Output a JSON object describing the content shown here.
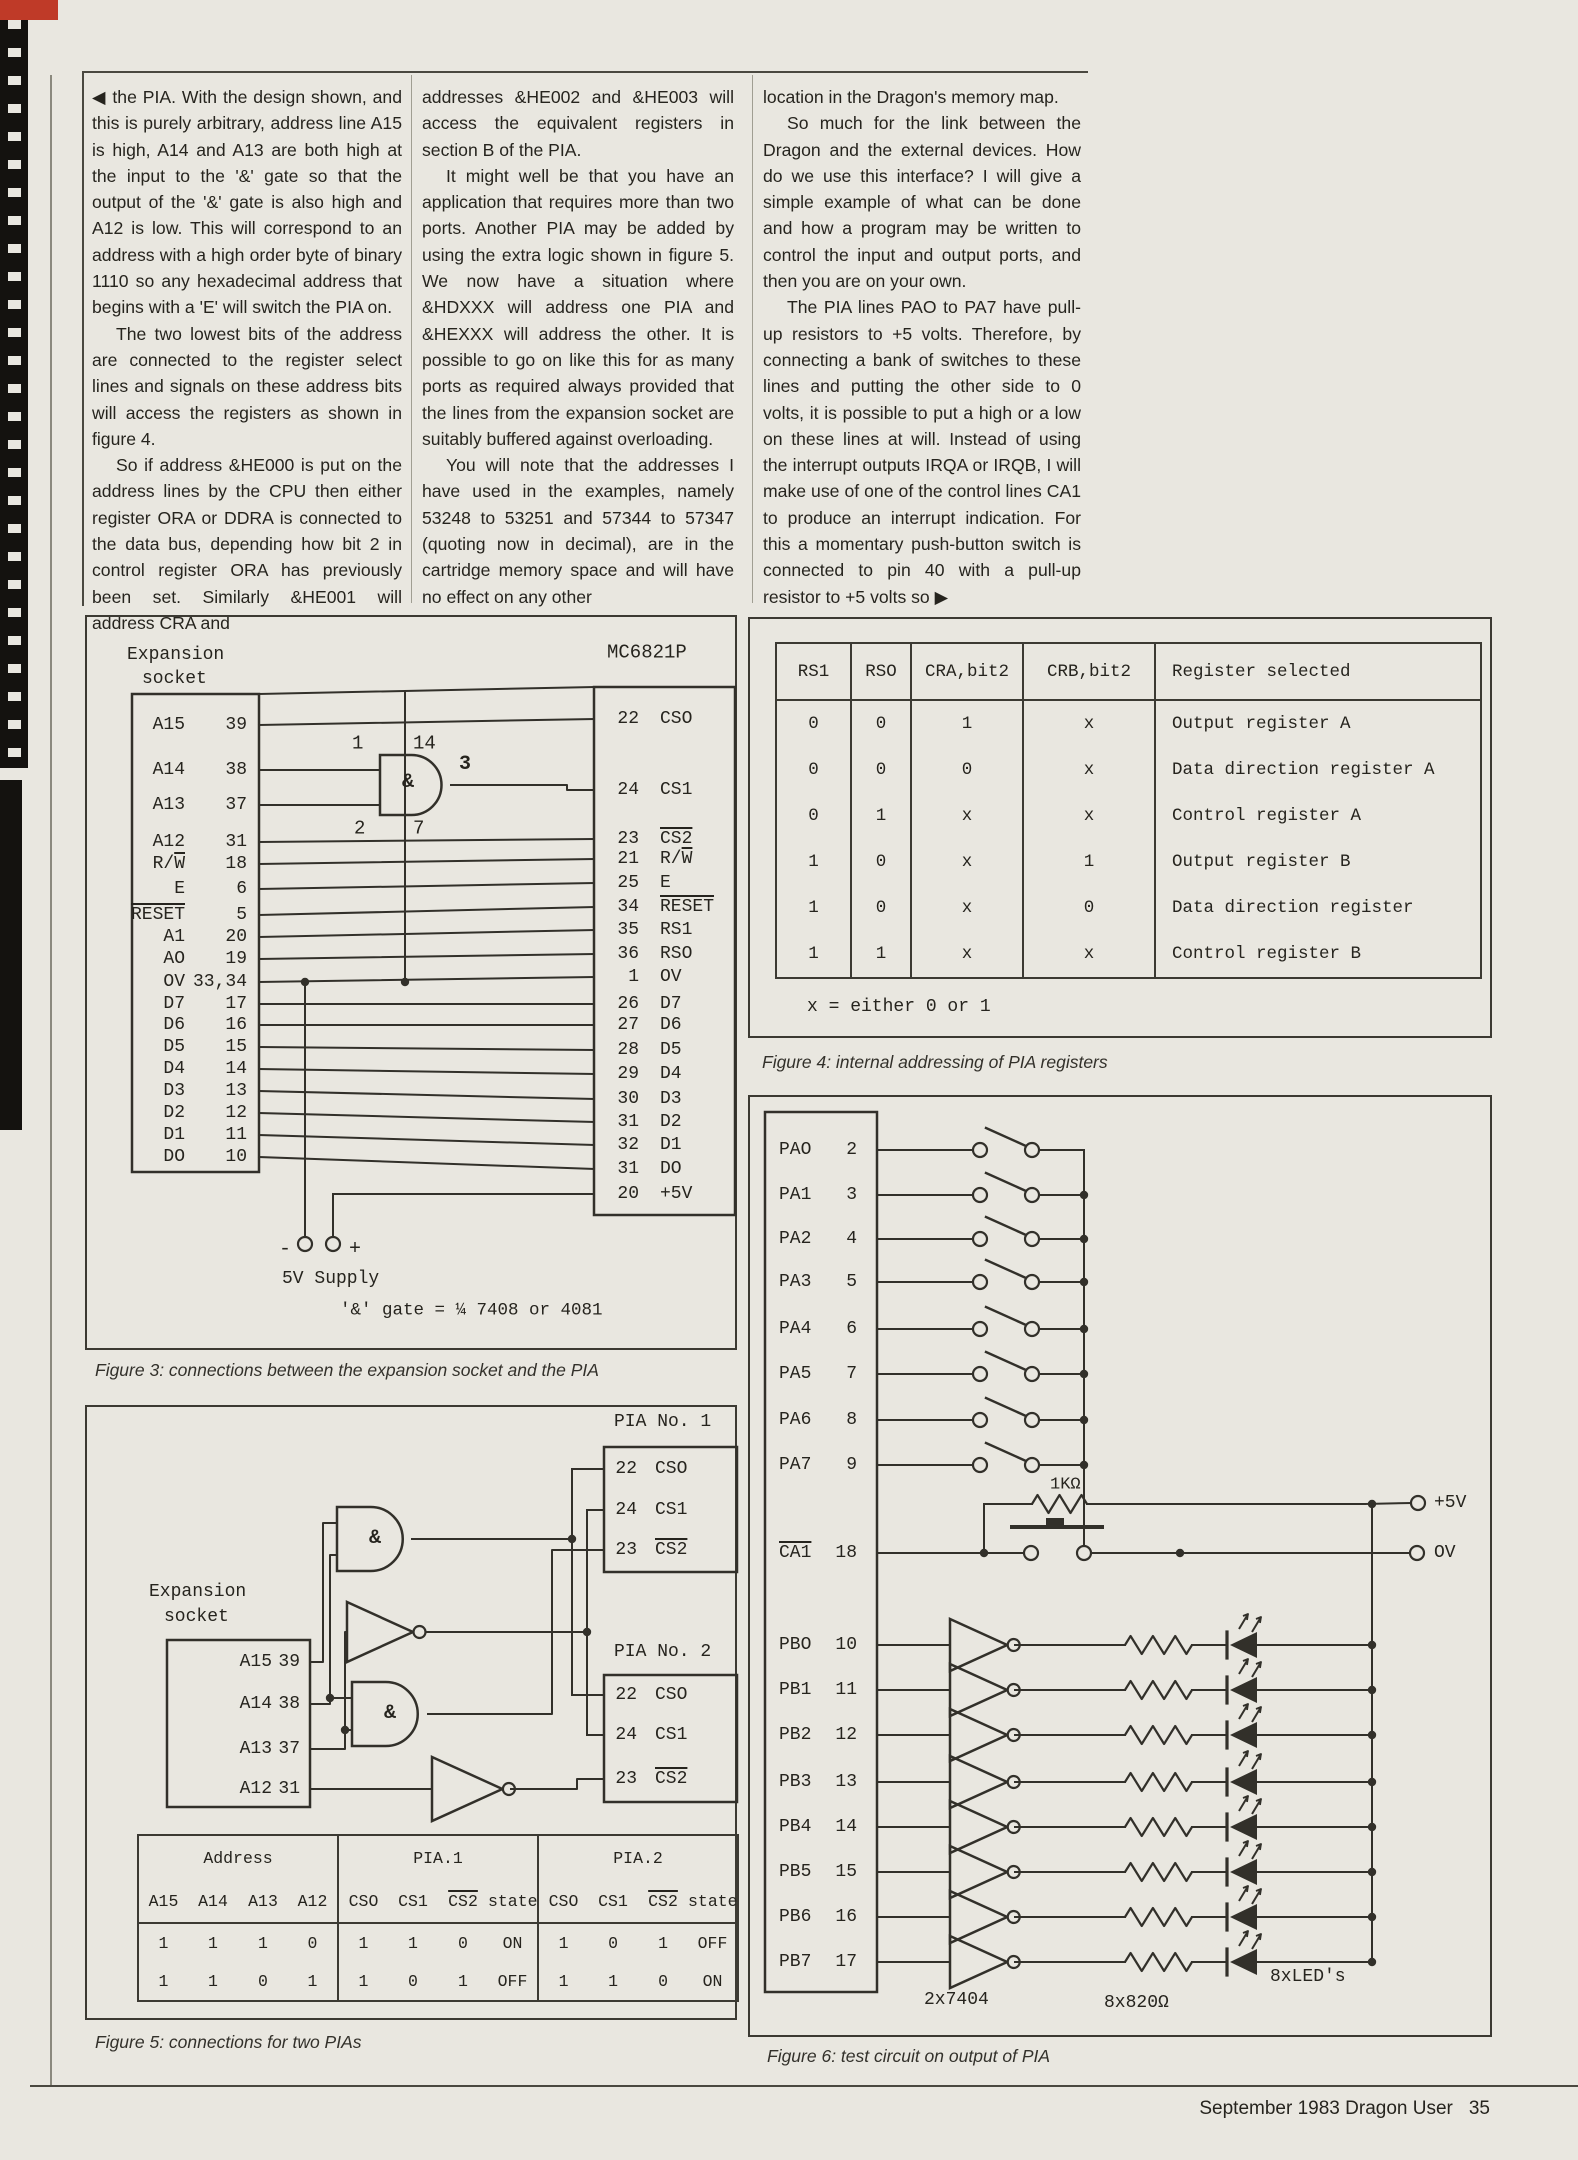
{
  "page": {
    "paper_color": "#e9e7e0",
    "ink_color": "#26241e",
    "accent_red": "#bf3a28",
    "footer_magazine": "September 1983 Dragon User",
    "footer_page": "35"
  },
  "article": {
    "col1": [
      "◀ the PIA. With the design shown, and this is purely arbitrary, address line A15 is high, A14 and A13 are both high at the input to the '&' gate so that the output of the '&' gate is also high and A12 is low. This will correspond to an address with a high order byte of binary 1110 so any hexadecimal address that begins with a 'E' will switch the PIA on.",
      "The two lowest bits of the address are connected to the register select lines and signals on these address bits will access the registers as shown in figure 4.",
      "So if address &HE000 is put on the address lines by the CPU then either register ORA or DDRA is connected to the data bus, depending how bit 2 in control register ORA has previously been set. Similarly &HE001 will address CRA and"
    ],
    "col2": [
      "addresses &HE002 and &HE003 will access the equivalent registers in section B of the PIA.",
      "It might well be that you have an application that requires more than two ports. Another PIA may be added by using the extra logic shown in figure 5. We now have a situation where &HDXXX will address one PIA and &HEXXX will address the other. It is possible to go on like this for as many ports as required always provided that the lines from the expansion socket are suitably buffered against overloading.",
      "You will note that the addresses I have used in the examples, namely 53248 to 53251 and 57344 to 57347 (quoting now in decimal), are in the cartridge memory space and will have no effect on any other"
    ],
    "col3": [
      "location in the Dragon's memory map.",
      "So much for the link between the Dragon and the external devices. How do we use this interface? I will give a simple example of what can be done and how a program may be written to control the input and output ports, and then you are on your own.",
      "The PIA lines PAO to PA7 have pull-up resistors to +5 volts. Therefore, by connecting a bank of switches to these lines and putting the other side to 0 volts, it is possible to put a high or a low on these lines at will. Instead of using the interrupt outputs IRQA or IRQB, I will make use of one of the control lines CA1 to produce an interrupt indication. For this a momentary push-button switch is connected to pin 40 with a pull-up resistor to +5 volts so ▶"
    ]
  },
  "figure3": {
    "socket_title": [
      "Expansion",
      "socket"
    ],
    "chip_title": "MC6821P",
    "socket_pins": [
      {
        "name": "A15",
        "pin": "39"
      },
      {
        "name": "A14",
        "pin": "38"
      },
      {
        "name": "A13",
        "pin": "37"
      },
      {
        "name": "A12",
        "pin": "31"
      },
      {
        "name": "R/W",
        "pin": "18",
        "ov": "W"
      },
      {
        "name": "E",
        "pin": "6"
      },
      {
        "name": "RESET",
        "pin": "5",
        "ov": "RESET"
      },
      {
        "name": "A1",
        "pin": "20"
      },
      {
        "name": "AO",
        "pin": "19"
      },
      {
        "name": "OV",
        "pin": "33,34"
      },
      {
        "name": "D7",
        "pin": "17"
      },
      {
        "name": "D6",
        "pin": "16"
      },
      {
        "name": "D5",
        "pin": "15"
      },
      {
        "name": "D4",
        "pin": "14"
      },
      {
        "name": "D3",
        "pin": "13"
      },
      {
        "name": "D2",
        "pin": "12"
      },
      {
        "name": "D1",
        "pin": "11"
      },
      {
        "name": "DO",
        "pin": "10"
      }
    ],
    "chip_pins": [
      {
        "pin": "22",
        "name": "CSO"
      },
      {
        "pin": "24",
        "name": "CS1"
      },
      {
        "pin": "23",
        "name": "CS2",
        "ov": "CS2"
      },
      {
        "pin": "21",
        "name": "R/W",
        "ov": "W"
      },
      {
        "pin": "25",
        "name": "E"
      },
      {
        "pin": "34",
        "name": "RESET",
        "ov": "RESET"
      },
      {
        "pin": "35",
        "name": "RS1"
      },
      {
        "pin": "36",
        "name": "RSO"
      },
      {
        "pin": "1",
        "name": "OV"
      },
      {
        "pin": "26",
        "name": "D7"
      },
      {
        "pin": "27",
        "name": "D6"
      },
      {
        "pin": "28",
        "name": "D5"
      },
      {
        "pin": "29",
        "name": "D4"
      },
      {
        "pin": "30",
        "name": "D3"
      },
      {
        "pin": "31",
        "name": "D2"
      },
      {
        "pin": "32",
        "name": "D1"
      },
      {
        "pin": "31",
        "name": "DO"
      },
      {
        "pin": "20",
        "name": "+5V"
      }
    ],
    "gate": {
      "symbol": "&",
      "pin_in_top": "1",
      "pin_vcc": "14",
      "pin_in_bot": "2",
      "pin_gnd": "7",
      "pin_out": "3"
    },
    "supply": {
      "minus": "-",
      "plus": "+",
      "label": "5V Supply"
    },
    "gate_note": "'&' gate = ¼ 7408 or 4081",
    "caption": "Figure 3: connections between the expansion socket and the PIA"
  },
  "figure4": {
    "headers": [
      "RS1",
      "RSO",
      "CRA,bit2",
      "CRB,bit2",
      "Register selected"
    ],
    "rows": [
      [
        "0",
        "0",
        "1",
        "x",
        "Output register A"
      ],
      [
        "0",
        "0",
        "0",
        "x",
        "Data direction register A"
      ],
      [
        "0",
        "1",
        "x",
        "x",
        "Control register A"
      ],
      [
        "1",
        "0",
        "x",
        "1",
        "Output register B"
      ],
      [
        "1",
        "0",
        "x",
        "0",
        "Data direction register"
      ],
      [
        "1",
        "1",
        "x",
        "x",
        "Control register B"
      ]
    ],
    "note": "x = either 0 or 1",
    "caption": "Figure 4: internal addressing of PIA registers"
  },
  "figure5": {
    "pia1_title": "PIA No. 1",
    "pia2_title": "PIA No. 2",
    "pia_pins": [
      {
        "pin": "22",
        "name": "CSO"
      },
      {
        "pin": "24",
        "name": "CS1"
      },
      {
        "pin": "23",
        "name": "CS2",
        "ov": "CS2"
      }
    ],
    "socket_title": [
      "Expansion",
      "socket"
    ],
    "socket_pins": [
      {
        "name": "A15",
        "pin": "39"
      },
      {
        "name": "A14",
        "pin": "38"
      },
      {
        "name": "A13",
        "pin": "37"
      },
      {
        "name": "A12",
        "pin": "31"
      }
    ],
    "gate_symbol": "&",
    "table": {
      "groups": [
        "Address",
        "PIA.1",
        "PIA.2"
      ],
      "sub": [
        [
          "A15",
          "A14",
          "A13",
          "A12"
        ],
        [
          "CSO",
          "CS1",
          "CS2",
          "state"
        ],
        [
          "CSO",
          "CS1",
          "CS2",
          "state"
        ]
      ],
      "sub_ov": "CS2",
      "rows": [
        [
          "1",
          "1",
          "1",
          "0",
          "1",
          "1",
          "0",
          "ON",
          "1",
          "0",
          "1",
          "OFF"
        ],
        [
          "1",
          "1",
          "0",
          "1",
          "1",
          "0",
          "1",
          "OFF",
          "1",
          "1",
          "0",
          "ON"
        ]
      ]
    },
    "caption": "Figure 5: connections for two PIAs"
  },
  "figure6": {
    "pa_pins": [
      {
        "name": "PAO",
        "pin": "2"
      },
      {
        "name": "PA1",
        "pin": "3"
      },
      {
        "name": "PA2",
        "pin": "4"
      },
      {
        "name": "PA3",
        "pin": "5"
      },
      {
        "name": "PA4",
        "pin": "6"
      },
      {
        "name": "PA5",
        "pin": "7"
      },
      {
        "name": "PA6",
        "pin": "8"
      },
      {
        "name": "PA7",
        "pin": "9"
      }
    ],
    "ca1": {
      "name": "CA1",
      "pin": "18",
      "ov": "CA1"
    },
    "pb_pins": [
      {
        "name": "PBO",
        "pin": "10"
      },
      {
        "name": "PB1",
        "pin": "11"
      },
      {
        "name": "PB2",
        "pin": "12"
      },
      {
        "name": "PB3",
        "pin": "13"
      },
      {
        "name": "PB4",
        "pin": "14"
      },
      {
        "name": "PB5",
        "pin": "15"
      },
      {
        "name": "PB6",
        "pin": "16"
      },
      {
        "name": "PB7",
        "pin": "17"
      }
    ],
    "resistor_label": "1KΩ",
    "plus5_label": "+5V",
    "ov_label": "OV",
    "parts_labels": {
      "inverters": "2x7404",
      "resistors": "8x820Ω",
      "leds": "8xLED's"
    },
    "caption": "Figure 6: test circuit on output of PIA"
  }
}
